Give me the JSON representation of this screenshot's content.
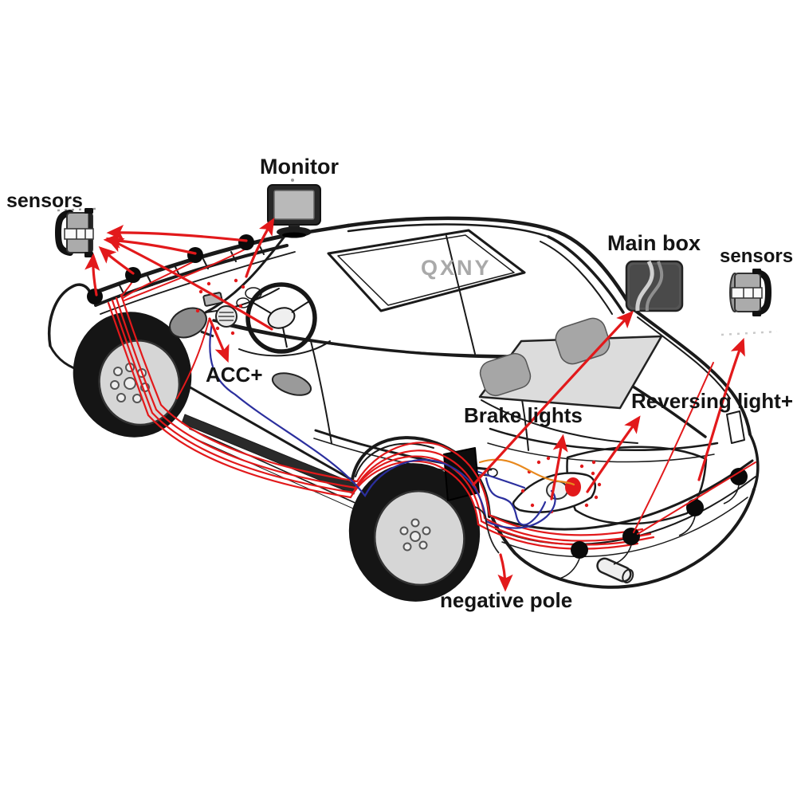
{
  "diagram": {
    "watermark": "QXNY",
    "labels": {
      "front_sensors": "sensors",
      "monitor": "Monitor",
      "main_box": "Main box",
      "rear_sensors": "sensors",
      "acc": "ACC+",
      "brake_lights": "Brake lights",
      "reversing_light": "Reversing light+",
      "negative_pole": "negative pole"
    },
    "counts": {
      "front_sensor_dots": 4,
      "rear_sensor_dots": 4
    },
    "colors": {
      "arrow_red": "#e2191b",
      "wire_red": "#e2191b",
      "wire_blue": "#2b2f9e",
      "wire_orange": "#e8891e",
      "line_art": "#1a1a1a",
      "watermark_gray": "#a9a9a9"
    }
  }
}
